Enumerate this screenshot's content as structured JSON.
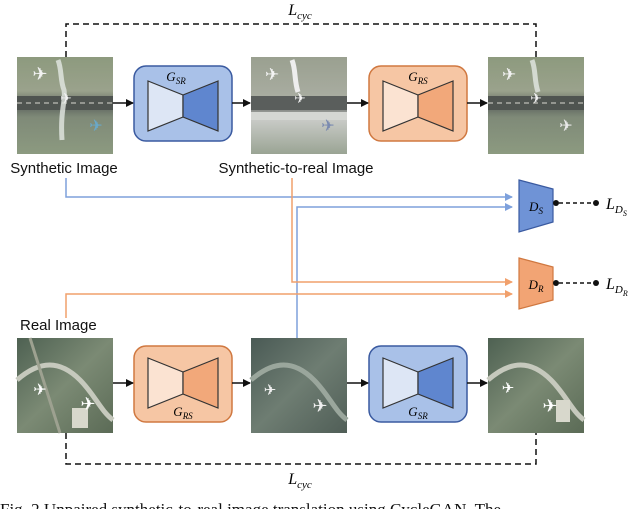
{
  "losses": {
    "cycle_loss_top": {
      "main": "L",
      "sub": "cyc"
    },
    "cycle_loss_bottom": {
      "main": "L",
      "sub": "cyc"
    },
    "ds_loss": {
      "main": "L",
      "sub": "D",
      "subsub": "S"
    },
    "dr_loss": {
      "main": "L",
      "sub": "D",
      "subsub": "R"
    }
  },
  "labels": {
    "synthetic_image": "Synthetic Image",
    "synthetic_to_real_image": "Synthetic-to-real Image",
    "real_image": "Real Image"
  },
  "generators": {
    "g_sr_top": {
      "main": "G",
      "sub": "SR"
    },
    "g_rs_top": {
      "main": "G",
      "sub": "RS"
    },
    "g_rs_bottom": {
      "main": "G",
      "sub": "RS"
    },
    "g_sr_bottom": {
      "main": "G",
      "sub": "SR"
    }
  },
  "discriminators": {
    "d_s": {
      "main": "D",
      "sub": "S"
    },
    "d_r": {
      "main": "D",
      "sub": "R"
    }
  },
  "caption": "Fig. 2 Unpaired synthetic-to-real image translation using CycleGAN. The",
  "colors": {
    "sr_fill": "#a9c1e8",
    "sr_stroke": "#3a5aa0",
    "rs_fill": "#f6c6a4",
    "rs_stroke": "#d07840",
    "blue_line": "#7ea1dc",
    "orange_line": "#f1a06c"
  }
}
